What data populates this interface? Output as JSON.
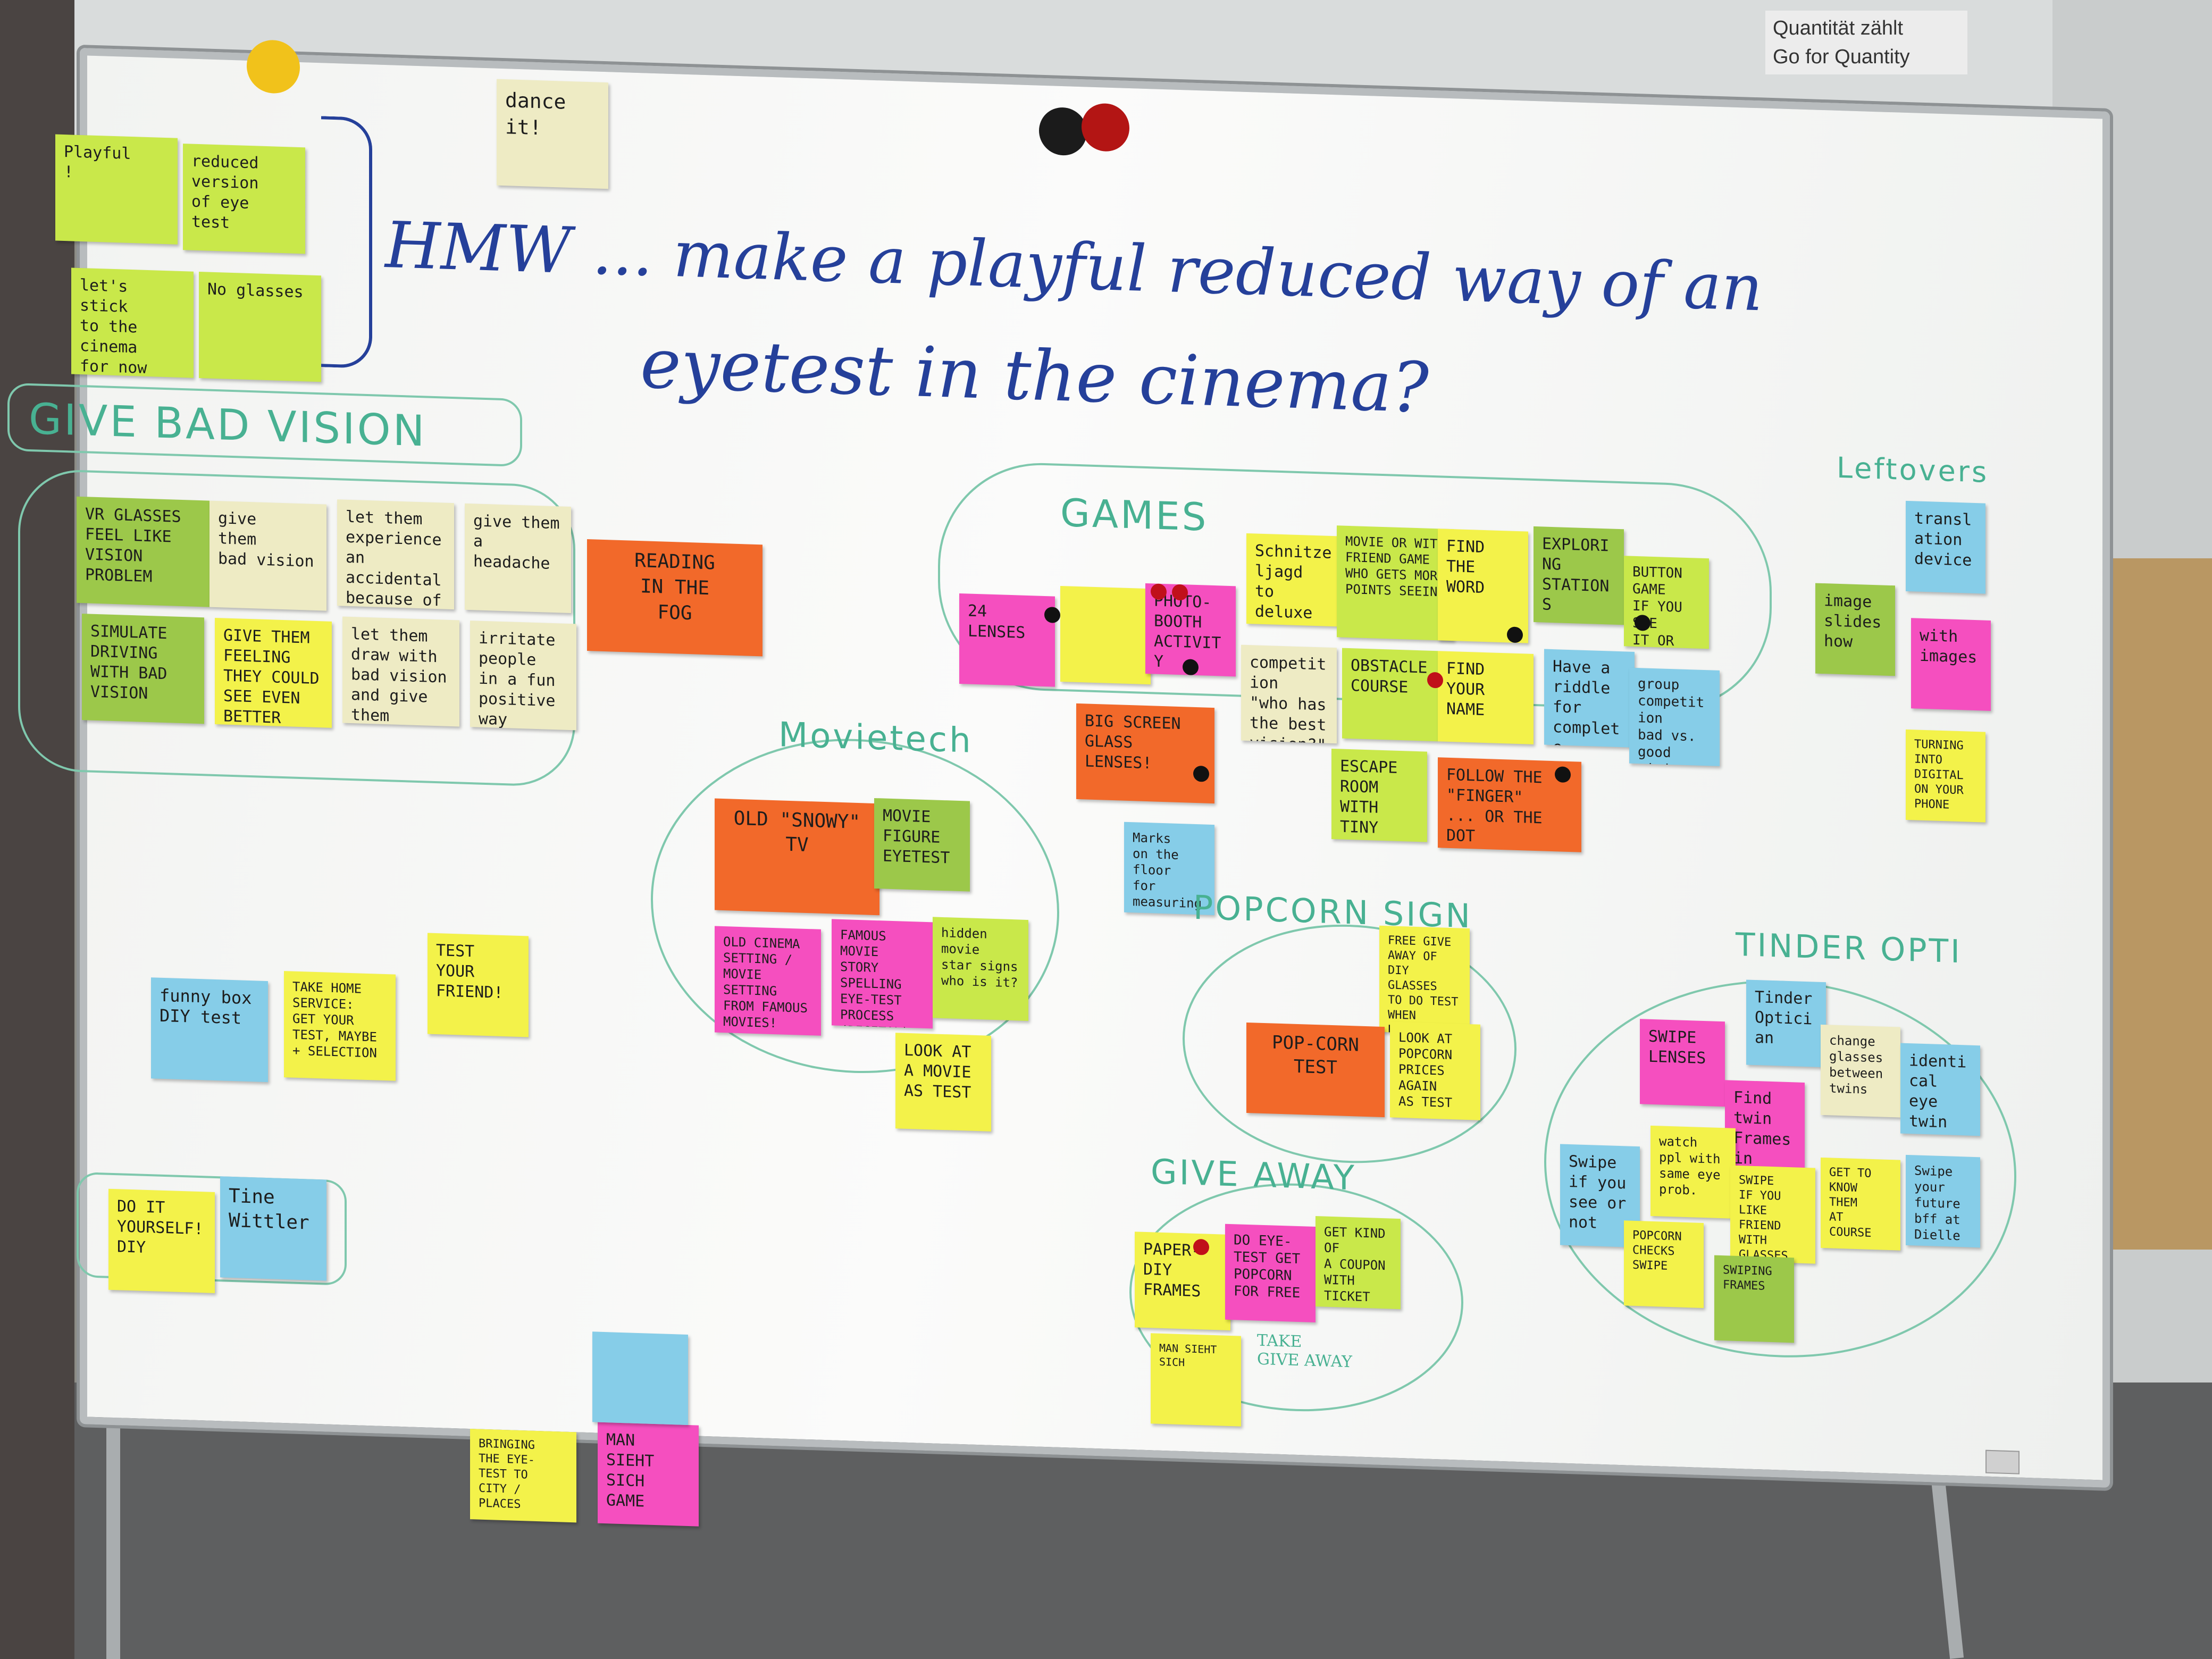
{
  "sign": {
    "line1": "Quantität zählt",
    "line2": "Go for Quantity"
  },
  "title": {
    "line1": "HMW ... make a playful reduced way of an",
    "line2": "eyetest in the cinema?"
  },
  "corner_notes": [
    {
      "text": "Playful\n!",
      "color": "lime"
    },
    {
      "text": "reduced\nversion\nof eye test",
      "color": "lime"
    },
    {
      "text": "let's stick\nto the\ncinema\nfor now",
      "color": "lime"
    },
    {
      "text": "No glasses",
      "color": "lime"
    },
    {
      "text": "dance\nit!",
      "color": "cream"
    }
  ],
  "sections": {
    "give_bad_vision": "GIVE BAD VISION",
    "games": "GAMES",
    "movietech": "Movietech",
    "popcorn": "POPCORN SIGN",
    "leftovers": "Leftovers",
    "tinder": "TINDER OPTI",
    "give_away": "GIVE AWAY"
  },
  "bad_vision_notes": [
    "VR GLASSES\nFEEL LIKE\nVISION PROBLEM",
    "give\nthem\nbad vision",
    "let them\nexperience\nan accidental\nbecause of\nbad vision",
    "give them\na\nheadache",
    "SIMULATE\nDRIVING\nWITH BAD\nVISION",
    "GIVE THEM\nFEELING\nTHEY COULD\nSEE EVEN\nBETTER",
    "let them\ndraw with\nbad vision\nand give them\nthe painting",
    "irritate\npeople\nin a fun\npositive\nway"
  ],
  "reading_fog": "READING\nIN THE\nFOG",
  "game_notes": [
    "24\nLENSES",
    "PHOTO-\nBOOTH\nACTIVITY",
    "Schnitzeljagd\nto deluxe",
    "competition\n\"who has\nthe best\nvision?\"",
    "MOVIE OR WITH\nFRIEND GAME\nWHO GETS MORE\nPOINTS SEEING",
    "FIND\nTHE\nWORD",
    "EXPLORING\nSTATIONS",
    "BUTTON\nGAME\nIF YOU SEE\nIT OR NOT",
    "OBSTACLE\nCOURSE",
    "FIND\nYOUR\nNAME",
    "Have a\nriddle for\ncomplete",
    "group\ncompetition\nbad vs.\ngood vision",
    "BIG SCREEN\nGLASS\nLENSES!",
    "ESCAPE\nROOM\nWITH\nTINY WORDS",
    "FOLLOW THE\n\"FINGER\"\n... OR THE DOT",
    "Marks\non the\nfloor\nfor measuring"
  ],
  "movie_notes": [
    "OLD \"SNOWY\"\nTV",
    "MOVIE FIGURE\nEYETEST",
    "OLD CINEMA\nSETTING /\nMOVIE SETTING\nFROM FAMOUS\nMOVIES!",
    "FAMOUS MOVIE\nSTORY SPELLING\nEYE-TEST\nPROCESS\n(DIGITAL)",
    "hidden movie\nstar signs\nwho is it?",
    "LOOK AT\nA MOVIE\nAS TEST"
  ],
  "misc_notes": [
    "funny box\nDIY test",
    "TAKE HOME\nSERVICE:\nGET YOUR\nTEST, MAYBE\n+ SELECTION",
    "TEST\nYOUR\nFRIEND!",
    "DO IT\nYOURSELF!\nDIY",
    "Tine\nWittler",
    "BRINGING\nTHE EYE-\nTEST TO\nCITY / PLACES",
    "MAN\nSIEHT\nSICH\nGAME"
  ],
  "popcorn_notes": [
    "FREE GIVE\nAWAY OF\nDIY GLASSES\nTO DO TEST\nWHEN BUYING\nPOPCORN",
    "POP-CORN\nTEST",
    "LOOK AT\nPOPCORN\nPRICES\nAGAIN\nAS TEST"
  ],
  "giveaway_notes": [
    "PAPER-\nDIY\nFRAMES",
    "DO EYE-\nTEST GET\nPOPCORN\nFOR FREE",
    "GET KIND OF\nA COUPON\nWITH TICKET",
    "MAN SIEHT SICH"
  ],
  "giveaway_caption": "TAKE\nGIVE AWAY",
  "leftover_notes": [
    "translation\ndevice",
    "image\nslideshow",
    "with\nimages",
    "TURNING\nINTO\nDIGITAL\nON YOUR PHONE"
  ],
  "tinder_notes": [
    "Tinder\nOptician",
    "SWIPE\nLENSES",
    "change\nglasses\nbetween\ntwins",
    "identical\neye\ntwin",
    "Find\ntwin\nFrames\nin Cinema",
    "Swipe\nif you\nsee or\nnot",
    "watch\nppl with\nsame eye\nprob.",
    "SWIPE\nIF YOU\nLIKE FRIEND\nWITH\nGLASSES",
    "GET TO\nKNOW THEM\nAT COURSE",
    "Swipe\nyour future\nbff at\nDielle",
    "POPCORN\nCHECKS\nSWIPE",
    "SWIPING\nFRAMES"
  ],
  "colors": {
    "board": "#fbfbfa",
    "marker_blue": "#25409a",
    "marker_green": "#48b192"
  }
}
